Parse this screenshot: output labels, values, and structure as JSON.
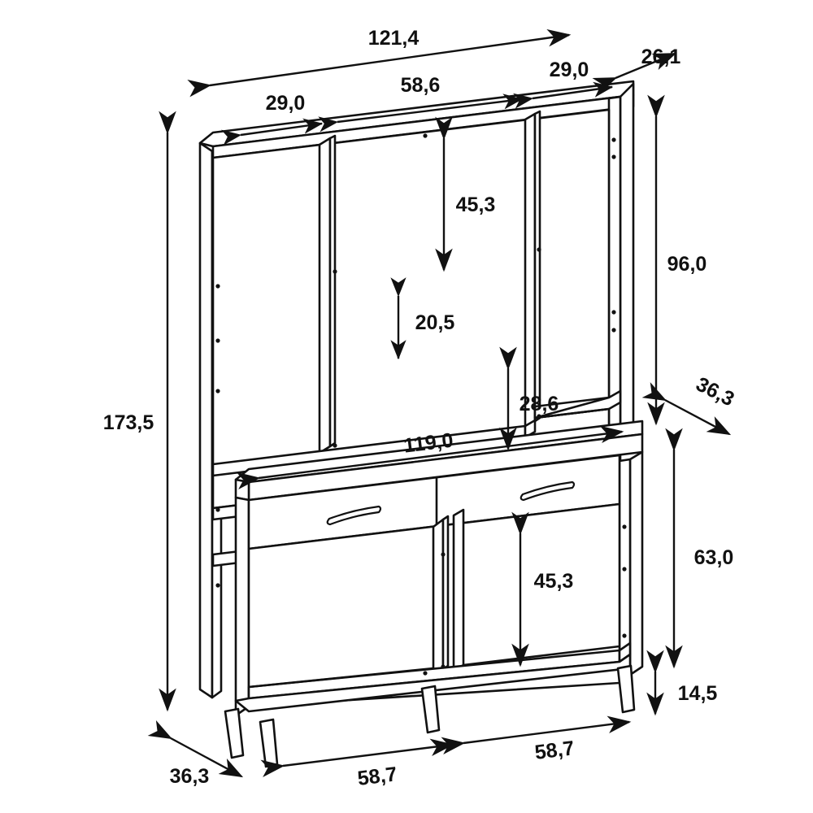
{
  "drawing": {
    "title": "Kitchen cabinet hutch technical dimension drawing",
    "product_type": "kitchen-cabinet-hutch",
    "projection": "isometric",
    "unit": "cm",
    "decimal_separator": ",",
    "line_color": "#111111",
    "fill_color": "#ffffff",
    "background_color": "#ffffff"
  },
  "dimensions": {
    "overall_width": "121,4",
    "overall_height": "173,5",
    "top_depth": "26,1",
    "body_depth_upper": "36,3",
    "body_depth_lower": "36,3",
    "upper_section_height": "96,0",
    "lower_section_height": "63,0",
    "leg_height": "14,5",
    "top_left_bay_width": "29,0",
    "top_center_bay_width": "58,6",
    "top_right_bay_width": "29,0",
    "upper_compartment_height": "45,3",
    "middle_shelf_height": "20,5",
    "open_niche_height": "28,6",
    "countertop_width": "119,0",
    "lower_compartment_height": "45,3",
    "bottom_left_width": "58,7",
    "bottom_right_width": "58,7"
  },
  "labels": {
    "overall_width": "121,4",
    "overall_height": "173,5",
    "top_depth": "26,1",
    "depth_upper": "36,3",
    "depth_lower": "36,3",
    "upper_height": "96,0",
    "lower_height": "63,0",
    "leg_height": "14,5",
    "bay_left": "29,0",
    "bay_center": "58,6",
    "bay_right": "29,0",
    "upper_compartment": "45,3",
    "middle_shelf": "20,5",
    "niche": "28,6",
    "countertop": "119,0",
    "lower_compartment": "45,3",
    "base_left": "58,7",
    "base_right": "58,7"
  },
  "parts": {
    "upper_hutch": "upper open hutch with three top bays and shelves",
    "countertop": "work top surface",
    "drawer_left": "left drawer with oval handle",
    "drawer_right": "right drawer with oval handle",
    "cabinet_left": "left lower open cabinet",
    "cabinet_right": "right lower open cabinet",
    "legs": "four tapered round legs"
  }
}
